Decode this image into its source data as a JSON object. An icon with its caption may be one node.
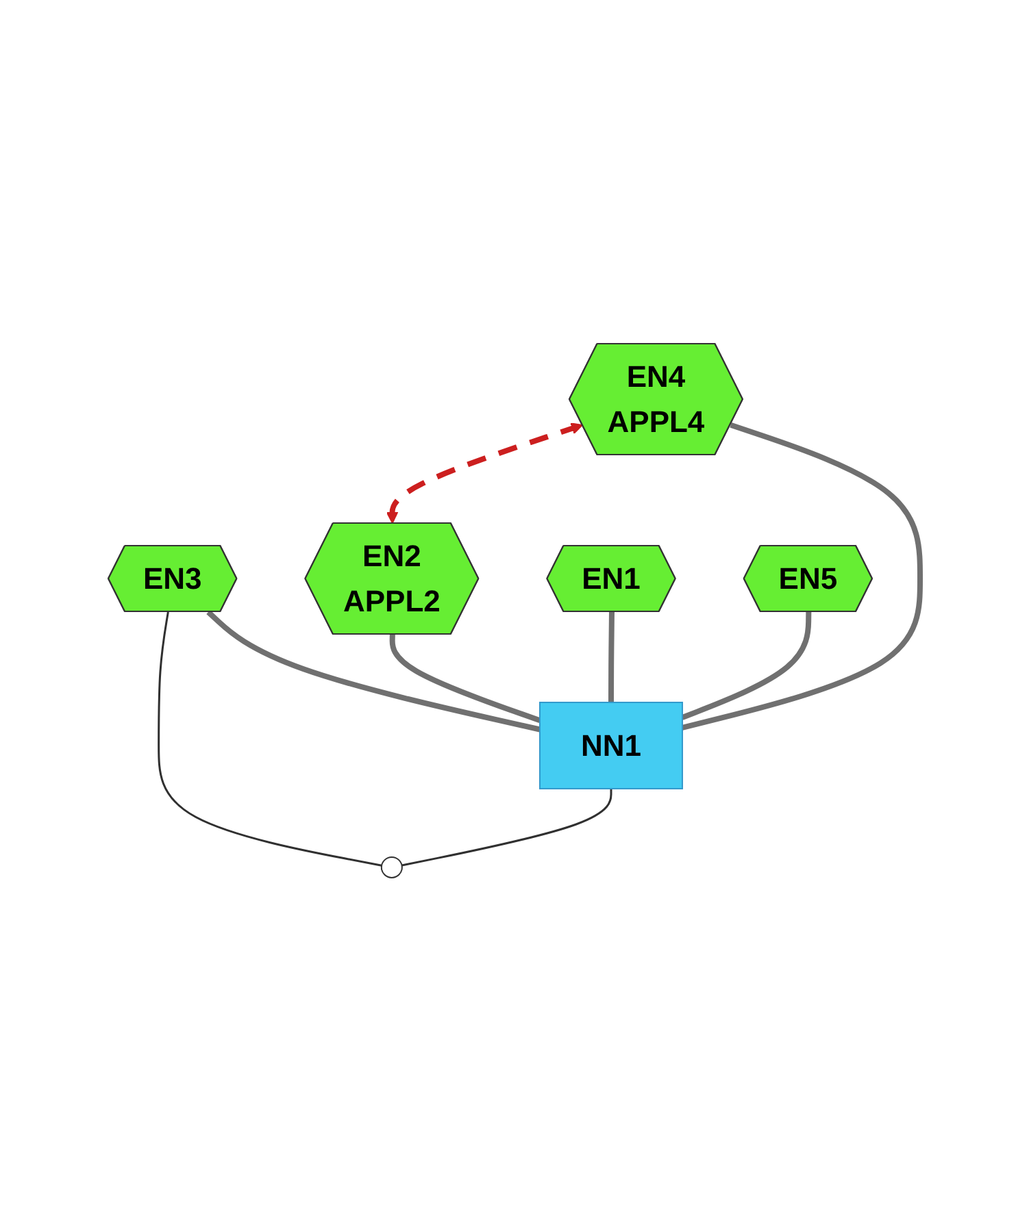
{
  "diagram": {
    "nodes": [
      {
        "text": [
          "EN3"
        ]
      },
      {
        "text": [
          "EN2",
          "APPL2"
        ]
      },
      {
        "text": [
          "EN4",
          "APPL4"
        ]
      },
      {
        "text": [],
        "shape": "cloud"
      },
      {
        "text": [
          "EN1"
        ]
      },
      {
        "text": [
          "EN5"
        ]
      },
      {
        "text": [
          "NN1"
        ]
      }
    ],
    "edges": [
      {
        "from": 6,
        "to": 4,
        "arrow": "none"
      },
      {
        "from": 6,
        "to": 1,
        "arrow": "none"
      },
      {
        "from": 6,
        "to": 0,
        "arrow": "none"
      },
      {
        "from": 6,
        "to": 2,
        "arrow": "none"
      },
      {
        "from": 6,
        "to": 5,
        "arrow": "none"
      },
      {
        "from": 3,
        "to": 0,
        "arrow": "none",
        "color": "#303030"
      },
      {
        "from": 3,
        "to": 6,
        "arrow": "none",
        "color": "#303030"
      },
      {
        "from": 1,
        "to": 2,
        "arrow": "both",
        "style": "dashed",
        "color": "#cc1f1f"
      }
    ]
  }
}
